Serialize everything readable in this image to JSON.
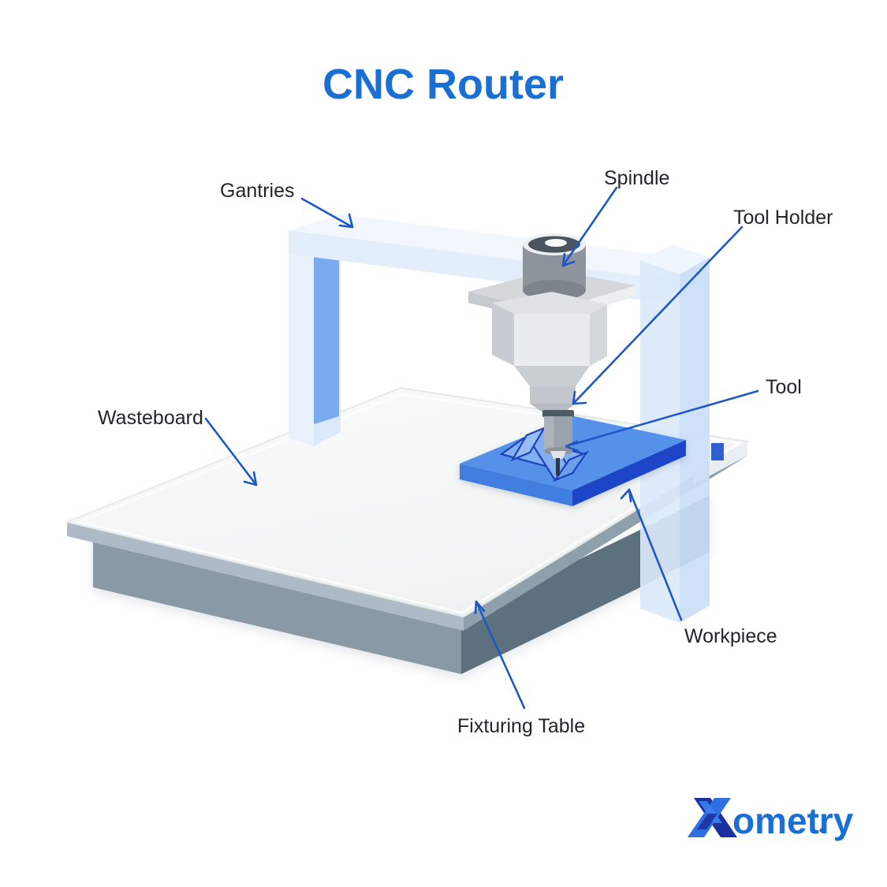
{
  "page": {
    "title": "CNC Router",
    "background_color": "#ffffff",
    "title_color": "#1a6fd4",
    "label_color": "#22262b",
    "leader_color": "#1f58c4"
  },
  "labels": {
    "gantries": "Gantries",
    "spindle": "Spindle",
    "tool_holder": "Tool Holder",
    "tool": "Tool",
    "wasteboard": "Wasteboard",
    "workpiece": "Workpiece",
    "fixturing_table": "Fixturing Table"
  },
  "logo": {
    "wordmark": "ometry",
    "mark": "X",
    "color_dark": "#1b2f9e",
    "color_mid": "#2f6fe0",
    "color_light": "#3b82f0"
  },
  "diagram": {
    "type": "isometric-technical-illustration",
    "subject": "CNC Router",
    "parts": [
      {
        "name": "Gantries",
        "color": "#eaf1fb",
        "accent": "#7aabee"
      },
      {
        "name": "Spindle",
        "color": "#8d949c"
      },
      {
        "name": "Tool Holder",
        "color": "#9aa2ab"
      },
      {
        "name": "Tool",
        "color": "#4a545f"
      },
      {
        "name": "Wasteboard",
        "color": "#f3f6f5"
      },
      {
        "name": "Workpiece",
        "color": "#5591e8"
      },
      {
        "name": "Fixturing Table",
        "color": "#8a99a6"
      }
    ]
  }
}
